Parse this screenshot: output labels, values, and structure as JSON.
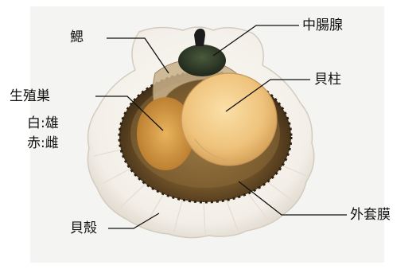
{
  "labels": {
    "gill": "鰓",
    "digestive_gland": "中腸腺",
    "gonad": "生殖巣",
    "gonad_white": "白:雄",
    "gonad_red": "赤:雌",
    "adductor": "貝柱",
    "shell": "貝殻",
    "mantle": "外套膜"
  },
  "colors": {
    "background": "#ffffff",
    "photo_backdrop": "#f4f4f2",
    "shell": "#f7f4ef",
    "shell_rim": "#d9d3ca",
    "mantle": "#5a4224",
    "gonad": "#d39a44",
    "adductor": "#f0c886",
    "digestive_gland": "#2f3a2a",
    "leader_line": "#111111"
  }
}
